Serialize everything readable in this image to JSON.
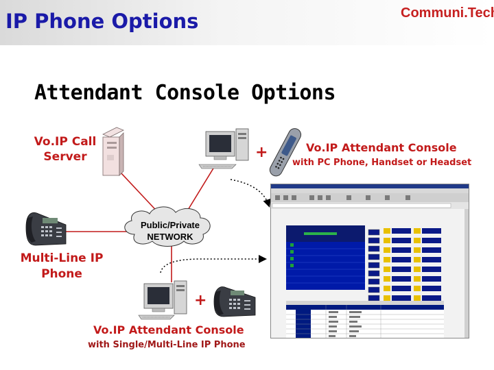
{
  "header": {
    "title": "IP Phone Options",
    "brand": "Communi.Tech"
  },
  "slide": {
    "subtitle": "Attendant Console Options"
  },
  "diagram": {
    "server_label": [
      "Vo.IP Call",
      "Server"
    ],
    "cloud_label": [
      "Public/Private",
      "NETWORK"
    ],
    "multiline_label": [
      "Multi-Line IP",
      "Phone"
    ],
    "attendant_pc": {
      "title": "Vo.IP Attendant Console",
      "subtitle": "with PC Phone, Handset or Headset"
    },
    "attendant_phone": {
      "title": "Vo.IP Attendant Console",
      "subtitle": "with Single/Multi-Line IP Phone"
    },
    "plus_symbol": "+"
  },
  "colors": {
    "title_blue": "#1a1aa8",
    "label_red": "#c21a1a",
    "brand_red": "#c62020",
    "console_navy": "#001a80",
    "console_green": "#00a000"
  }
}
